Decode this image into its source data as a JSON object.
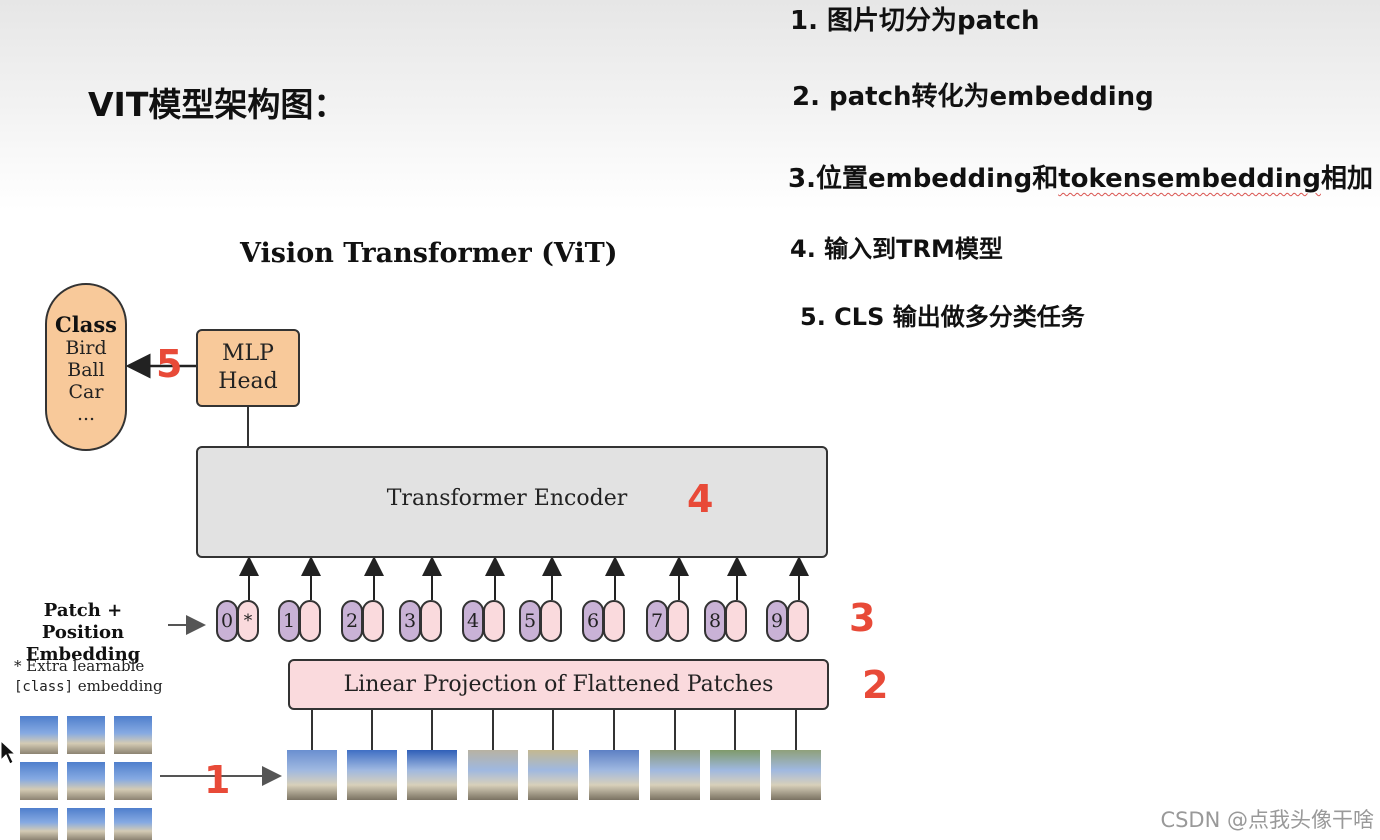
{
  "slide_title": "VIT模型架构图：",
  "steps": [
    "1. 图片切分为patch",
    "2. patch转化为embedding",
    "3.位置embedding和",
    "tokensembedding",
    "相加",
    "4. 输入到TRM模型",
    "5. CLS 输出做多分类任务"
  ],
  "diagram": {
    "title": "Vision Transformer (ViT)",
    "class_box": {
      "title": "Class",
      "items": [
        "Bird",
        "Ball",
        "Car",
        "..."
      ]
    },
    "mlp_head": {
      "line1": "MLP",
      "line2": "Head"
    },
    "encoder": "Transformer Encoder",
    "linear_projection": "Linear Projection of Flattened Patches",
    "patch_position_label": {
      "line1": "Patch + Position",
      "line2": "Embedding"
    },
    "extra_note": {
      "line1": "* Extra learnable",
      "code": "[class]",
      "line2_rest": " embedding"
    },
    "tokens": [
      {
        "pos": "0",
        "emb": "*"
      },
      {
        "pos": "1",
        "emb": ""
      },
      {
        "pos": "2",
        "emb": ""
      },
      {
        "pos": "3",
        "emb": ""
      },
      {
        "pos": "4",
        "emb": ""
      },
      {
        "pos": "5",
        "emb": ""
      },
      {
        "pos": "6",
        "emb": ""
      },
      {
        "pos": "7",
        "emb": ""
      },
      {
        "pos": "8",
        "emb": ""
      },
      {
        "pos": "9",
        "emb": ""
      }
    ],
    "patch_count": 9,
    "annotations": [
      "1",
      "2",
      "3",
      "4",
      "5"
    ],
    "colors": {
      "annotation_red": "#e84a38",
      "orange_box": "#f8c99a",
      "encoder_gray": "#e2e2e2",
      "pink": "#fadadd",
      "purple": "#c9b2d6"
    }
  },
  "watermark": "CSDN @点我头像干啥"
}
